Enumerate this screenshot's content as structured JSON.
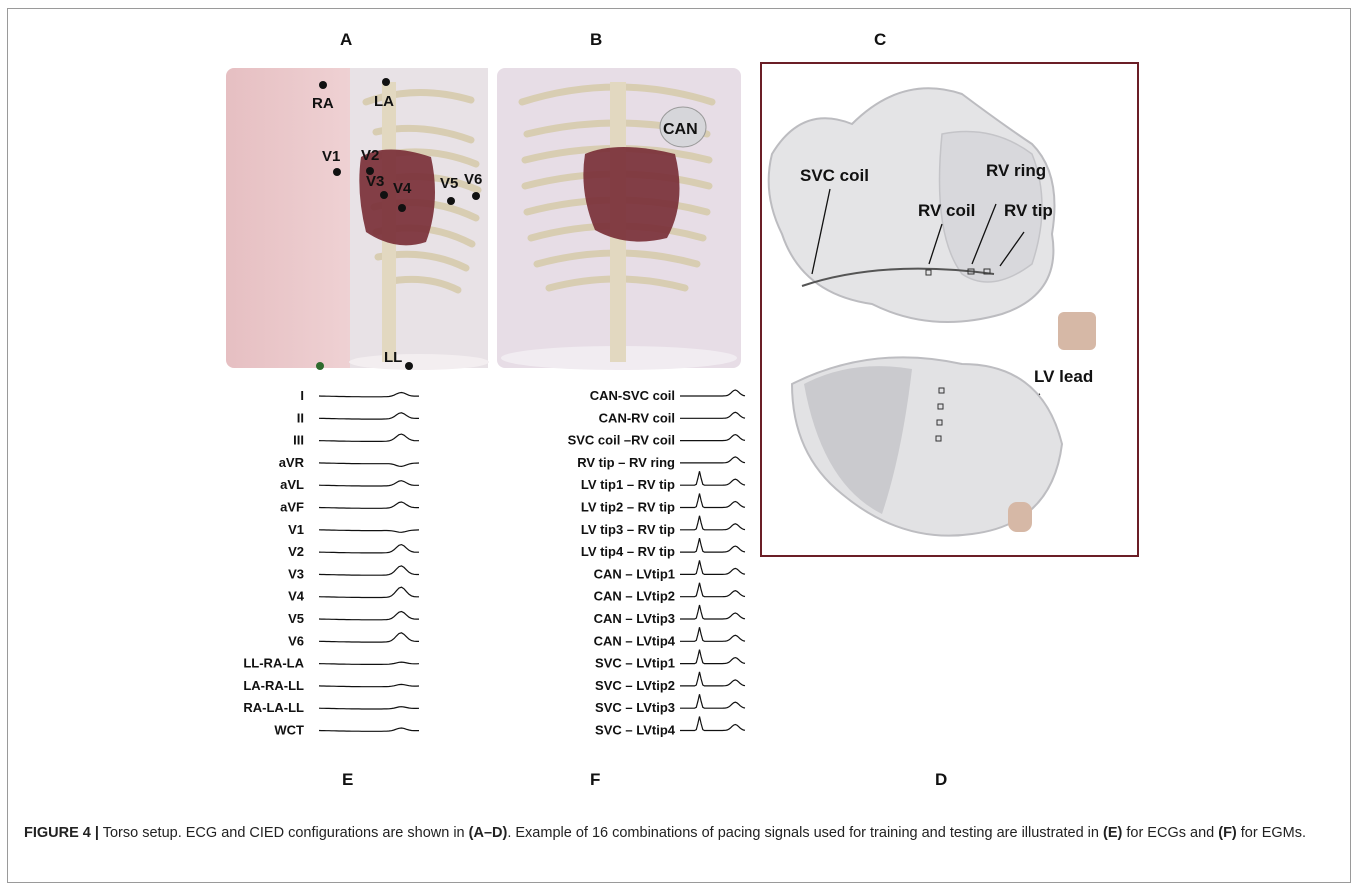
{
  "panels": {
    "A": "A",
    "B": "B",
    "C": "C",
    "D": "D",
    "E": "E",
    "F": "F"
  },
  "panel_a": {
    "electrodes": [
      "RA",
      "LA",
      "V1",
      "V2",
      "V3",
      "V4",
      "V5",
      "V6",
      "LL"
    ]
  },
  "panel_b": {
    "can_label": "CAN"
  },
  "panel_c": {
    "labels": [
      "SVC coil",
      "RV coil",
      "RV ring",
      "RV tip",
      "LV lead"
    ]
  },
  "panel_e": {
    "leads": [
      "I",
      "II",
      "III",
      "aVR",
      "aVL",
      "aVF",
      "V1",
      "V2",
      "V3",
      "V4",
      "V5",
      "V6",
      "LL-RA-LA",
      "LA-RA-LL",
      "RA-LA-LL",
      "WCT"
    ]
  },
  "panel_f": {
    "leads": [
      "CAN-SVC coil",
      "CAN-RV coil",
      "SVC coil –RV coil",
      "RV tip – RV ring",
      "LV tip1 – RV tip",
      "LV tip2 – RV tip",
      "LV tip3 – RV tip",
      "LV tip4 – RV tip",
      "CAN – LVtip1",
      "CAN – LVtip2",
      "CAN – LVtip3",
      "CAN – LVtip4",
      "SVC – LVtip1",
      "SVC – LVtip2",
      "SVC – LVtip3",
      "SVC – LVtip4"
    ]
  },
  "caption": {
    "fig": "FIGURE 4 |",
    "t1": " Torso setup. ECG and CIED configurations are shown in ",
    "b1": "(A–D)",
    "t2": ". Example of 16 combinations of pacing signals used for training and testing are illustrated in ",
    "b2": "(E)",
    "t3": " for ECGs and ",
    "b3": "(F)",
    "t4": " for EGMs."
  },
  "colors": {
    "skin": "#ecc9cc",
    "heart": "#7a3038",
    "bone": "#dcd2bc",
    "frame_c": "#6b1e26"
  }
}
